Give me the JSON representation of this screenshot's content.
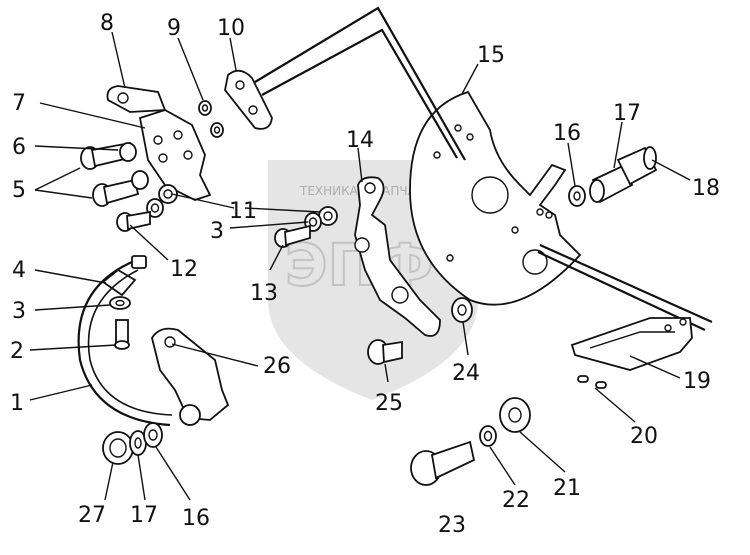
{
  "watermark": {
    "line1": "ТЕХНИКА И ЗАПЧАСТИ",
    "logo": "ЭПФ"
  },
  "callouts": [
    {
      "id": "c8",
      "text": "8"
    },
    {
      "id": "c9",
      "text": "9"
    },
    {
      "id": "c10",
      "text": "10"
    },
    {
      "id": "c7",
      "text": "7"
    },
    {
      "id": "c6",
      "text": "6"
    },
    {
      "id": "c5",
      "text": "5"
    },
    {
      "id": "c11",
      "text": "11"
    },
    {
      "id": "c3a",
      "text": "3"
    },
    {
      "id": "c12",
      "text": "12"
    },
    {
      "id": "c14",
      "text": "14"
    },
    {
      "id": "c15",
      "text": "15"
    },
    {
      "id": "c16a",
      "text": "16"
    },
    {
      "id": "c17a",
      "text": "17"
    },
    {
      "id": "c18",
      "text": "18"
    },
    {
      "id": "c13",
      "text": "13"
    },
    {
      "id": "c4",
      "text": "4"
    },
    {
      "id": "c3b",
      "text": "3"
    },
    {
      "id": "c2",
      "text": "2"
    },
    {
      "id": "c26",
      "text": "26"
    },
    {
      "id": "c1",
      "text": "1"
    },
    {
      "id": "c24",
      "text": "24"
    },
    {
      "id": "c25",
      "text": "25"
    },
    {
      "id": "c19",
      "text": "19"
    },
    {
      "id": "c20",
      "text": "20"
    },
    {
      "id": "c27",
      "text": "27"
    },
    {
      "id": "c17b",
      "text": "17"
    },
    {
      "id": "c16b",
      "text": "16"
    },
    {
      "id": "c21",
      "text": "21"
    },
    {
      "id": "c22",
      "text": "22"
    },
    {
      "id": "c23",
      "text": "23"
    }
  ]
}
